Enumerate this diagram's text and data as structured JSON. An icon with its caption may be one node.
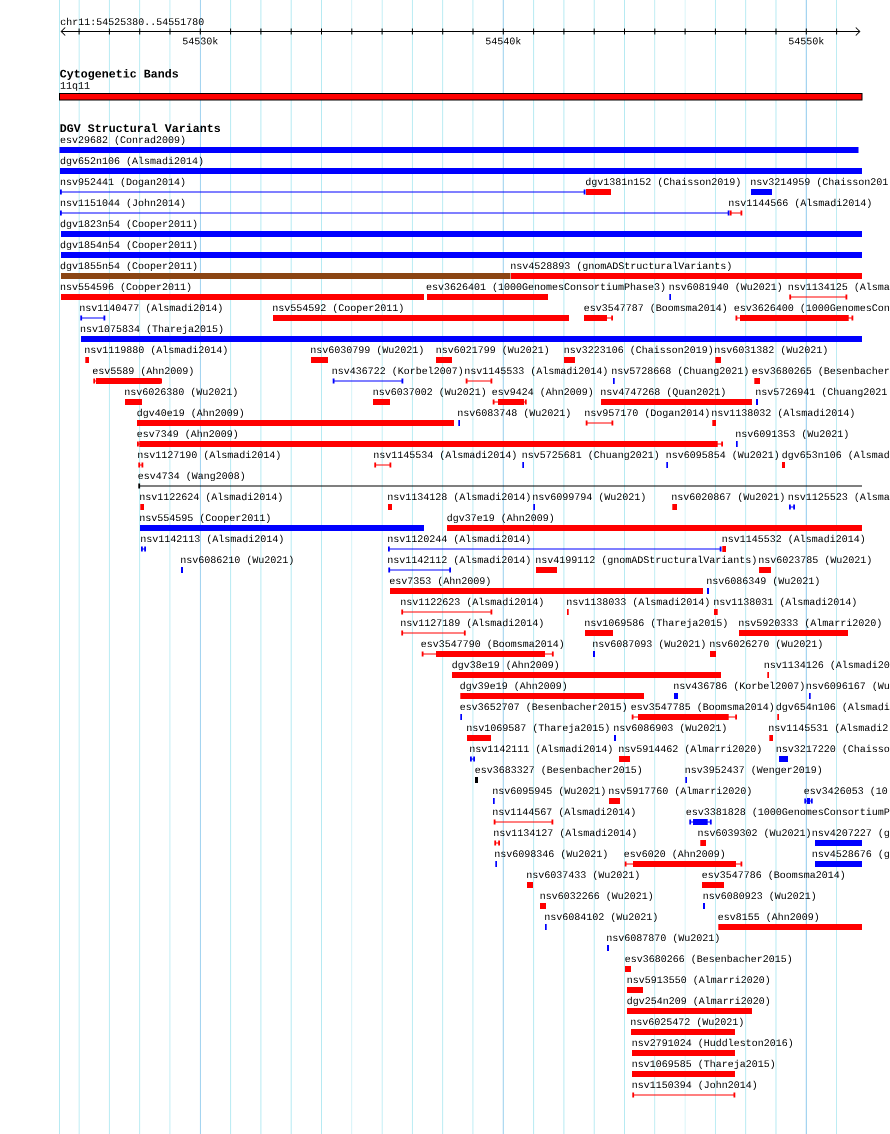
{
  "diagram": {
    "nodes": [
      {
        "text": [
          "11q11"
        ]
      },
      {
        "text": [
          "esv29682 (Conrad2009)"
        ]
      },
      {
        "text": [
          "dgv652n106 (Alsmadi2014)"
        ]
      },
      {
        "text": [
          "nsv952441 (Dogan2014)"
        ]
      },
      {
        "text": [
          "dgv1381n152 (Chaisson2019)"
        ]
      },
      {
        "text": [
          "nsv3214959 (Chaisson201"
        ]
      },
      {
        "text": [
          "nsv1151044 (John2014)"
        ]
      },
      {
        "text": [
          "nsv1144566 (Alsmadi2014)"
        ]
      },
      {
        "text": [
          "dgv1823n54 (Cooper2011)"
        ]
      },
      {
        "text": [
          "dgv1854n54 (Cooper2011)"
        ]
      },
      {
        "text": [
          "dgv1855n54 (Cooper2011)"
        ]
      },
      {
        "text": [
          "nsv4528893 (gnomADStructuralVariants)"
        ]
      },
      {
        "text": [
          "nsv554596 (Cooper2011)"
        ]
      },
      {
        "text": [
          "esv3626401 (1000GenomesConsortiumPhase3)"
        ]
      },
      {
        "text": [
          "nsv6081940 (Wu2021)"
        ]
      },
      {
        "text": [
          "nsv1134125 (Alsma"
        ]
      },
      {
        "text": [
          "nsv1140477 (Alsmadi2014)"
        ]
      },
      {
        "text": [
          "nsv554592 (Cooper2011)"
        ]
      },
      {
        "text": [
          "esv3547787 (Boomsma2014)"
        ]
      },
      {
        "text": [
          "esv3626400 (1000GenomesCon"
        ]
      },
      {
        "text": [
          "nsv1075834 (Thareja2015)"
        ]
      },
      {
        "text": [
          "nsv1119880 (Alsmadi2014)"
        ]
      },
      {
        "text": [
          "nsv6030799 (Wu2021)"
        ]
      },
      {
        "text": [
          "nsv6021799 (Wu2021)"
        ]
      },
      {
        "text": [
          "nsv3223106 (Chaisson2019)"
        ]
      },
      {
        "text": [
          "nsv6031382 (Wu2021)"
        ]
      },
      {
        "text": [
          "esv5589 (Ahn2009)"
        ]
      },
      {
        "text": [
          "nsv436722 (Korbel2007)"
        ]
      },
      {
        "text": [
          "nsv1145533 (Alsmadi2014)"
        ]
      },
      {
        "text": [
          "nsv5728668 (Chuang2021)"
        ]
      },
      {
        "text": [
          "esv3680265 (Besenbacher"
        ]
      },
      {
        "text": [
          "nsv6026380 (Wu2021)"
        ]
      },
      {
        "text": [
          "nsv6037002 (Wu2021)"
        ]
      },
      {
        "text": [
          "esv9424 (Ahn2009)"
        ]
      },
      {
        "text": [
          "nsv4747268 (Quan2021)"
        ]
      },
      {
        "text": [
          "nsv5726941 (Chuang2021"
        ]
      },
      {
        "text": [
          "dgv40e19 (Ahn2009)"
        ]
      },
      {
        "text": [
          "nsv6083748 (Wu2021)"
        ]
      },
      {
        "text": [
          "nsv957170 (Dogan2014)"
        ]
      },
      {
        "text": [
          "nsv1138032 (Alsmadi2014)"
        ]
      },
      {
        "text": [
          "esv7349 (Ahn2009)"
        ]
      },
      {
        "text": [
          "nsv6091353 (Wu2021)"
        ]
      },
      {
        "text": [
          "nsv1127190 (Alsmadi2014)"
        ]
      },
      {
        "text": [
          "nsv1145534 (Alsmadi2014)"
        ]
      },
      {
        "text": [
          "nsv5725681 (Chuang2021)"
        ]
      },
      {
        "text": [
          "nsv6095854 (Wu2021)"
        ]
      },
      {
        "text": [
          "dgv653n106 (Alsmad"
        ]
      },
      {
        "text": [
          "esv4734 (Wang2008)"
        ]
      },
      {
        "text": [
          "nsv1122624 (Alsmadi2014)"
        ]
      },
      {
        "text": [
          "nsv1134128 (Alsmadi2014)"
        ]
      },
      {
        "text": [
          "nsv6099794 (Wu2021)"
        ]
      },
      {
        "text": [
          "nsv6020867 (Wu2021)"
        ]
      },
      {
        "text": [
          "nsv1125523 (Alsma"
        ]
      },
      {
        "text": [
          "nsv554595 (Cooper2011)"
        ]
      },
      {
        "text": [
          "dgv37e19 (Ahn2009)"
        ]
      },
      {
        "text": [
          "nsv1142113 (Alsmadi2014)"
        ]
      },
      {
        "text": [
          "nsv1120244 (Alsmadi2014)"
        ]
      },
      {
        "text": [
          "nsv1145532 (Alsmadi2014)"
        ]
      },
      {
        "text": [
          "nsv6086210 (Wu2021)"
        ]
      },
      {
        "text": [
          "nsv1142112 (Alsmadi2014)"
        ]
      },
      {
        "text": [
          "nsv4199112 (gnomADStructuralVariants)"
        ]
      },
      {
        "text": [
          "nsv6023785 (Wu2021)"
        ]
      },
      {
        "text": [
          "esv7353 (Ahn2009)"
        ]
      },
      {
        "text": [
          "nsv6086349 (Wu2021)"
        ]
      },
      {
        "text": [
          "nsv1122623 (Alsmadi2014)"
        ]
      },
      {
        "text": [
          "nsv1138033 (Alsmadi2014)"
        ]
      },
      {
        "text": [
          "nsv1138031 (Alsmadi2014)"
        ]
      },
      {
        "text": [
          "nsv1127189 (Alsmadi2014)"
        ]
      },
      {
        "text": [
          "nsv1069586 (Thareja2015)"
        ]
      },
      {
        "text": [
          "nsv5920333 (Almarri2020)"
        ]
      },
      {
        "text": [
          "esv3547790 (Boomsma2014)"
        ]
      },
      {
        "text": [
          "nsv6087093 (Wu2021)"
        ]
      },
      {
        "text": [
          "nsv6026270 (Wu2021)"
        ]
      },
      {
        "text": [
          "dgv38e19 (Ahn2009)"
        ]
      },
      {
        "text": [
          "nsv1134126 (Alsmadi20"
        ]
      },
      {
        "text": [
          "dgv39e19 (Ahn2009)"
        ]
      },
      {
        "text": [
          "nsv436786 (Korbel2007)"
        ]
      },
      {
        "text": [
          "nsv6096167 (Wu"
        ]
      },
      {
        "text": [
          "esv3652707 (Besenbacher2015)"
        ]
      },
      {
        "text": [
          "esv3547785 (Boomsma2014)"
        ]
      },
      {
        "text": [
          "dgv654n106 (Alsmadi"
        ]
      },
      {
        "text": [
          "nsv1069587 (Thareja2015)"
        ]
      },
      {
        "text": [
          "nsv6086903 (Wu2021)"
        ]
      },
      {
        "text": [
          "nsv1145531 (Alsmadi2"
        ]
      },
      {
        "text": [
          "nsv1142111 (Alsmadi2014)"
        ]
      },
      {
        "text": [
          "nsv5914462 (Almarri2020)"
        ]
      },
      {
        "text": [
          "nsv3217220 (Chaisso"
        ]
      },
      {
        "text": [
          "esv3683327 (Besenbacher2015)"
        ]
      },
      {
        "text": [
          "nsv3952437 (Wenger2019)"
        ]
      },
      {
        "text": [
          "nsv6095945 (Wu2021)"
        ]
      },
      {
        "text": [
          "nsv5917760 (Almarri2020)"
        ]
      },
      {
        "text": [
          "esv3426053 (10"
        ]
      },
      {
        "text": [
          "nsv1144567 (Alsmadi2014)"
        ]
      },
      {
        "text": [
          "esv3381828 (1000GenomesConsortiumP"
        ]
      },
      {
        "text": [
          "nsv1134127 (Alsmadi2014)"
        ]
      },
      {
        "text": [
          "nsv6039302 (Wu2021)"
        ]
      },
      {
        "text": [
          "nsv4207227 (g"
        ]
      },
      {
        "text": [
          "nsv6098346 (Wu2021)"
        ]
      },
      {
        "text": [
          "esv6020 (Ahn2009)"
        ]
      },
      {
        "text": [
          "nsv4528676 (g"
        ]
      },
      {
        "text": [
          "nsv6037433 (Wu2021)"
        ]
      },
      {
        "text": [
          "esv3547786 (Boomsma2014)"
        ]
      },
      {
        "text": [
          "nsv6032266 (Wu2021)"
        ]
      },
      {
        "text": [
          "nsv6080923 (Wu2021)"
        ]
      },
      {
        "text": [
          "nsv6084102 (Wu2021)"
        ]
      },
      {
        "text": [
          "esv8155 (Ahn2009)"
        ]
      },
      {
        "text": [
          "nsv6087870 (Wu2021)"
        ]
      },
      {
        "text": [
          "esv3680266 (Besenbacher2015)"
        ]
      },
      {
        "text": [
          "nsv5913550 (Almarri2020)"
        ]
      },
      {
        "text": [
          "dgv254n209 (Almarri2020)"
        ]
      },
      {
        "text": [
          "nsv6025472 (Wu2021)"
        ]
      },
      {
        "text": [
          "nsv2791024 (Huddleston2016)"
        ]
      },
      {
        "text": [
          "nsv1069585 (Thareja2015)"
        ]
      },
      {
        "text": [
          "nsv1150394 (John2014)"
        ]
      }
    ],
    "labels": [
      "chr11:54525380..54551780",
      "54530k",
      "54540k",
      "54550k",
      "Cytogenetic Bands",
      "DGV Structural Variants"
    ]
  }
}
